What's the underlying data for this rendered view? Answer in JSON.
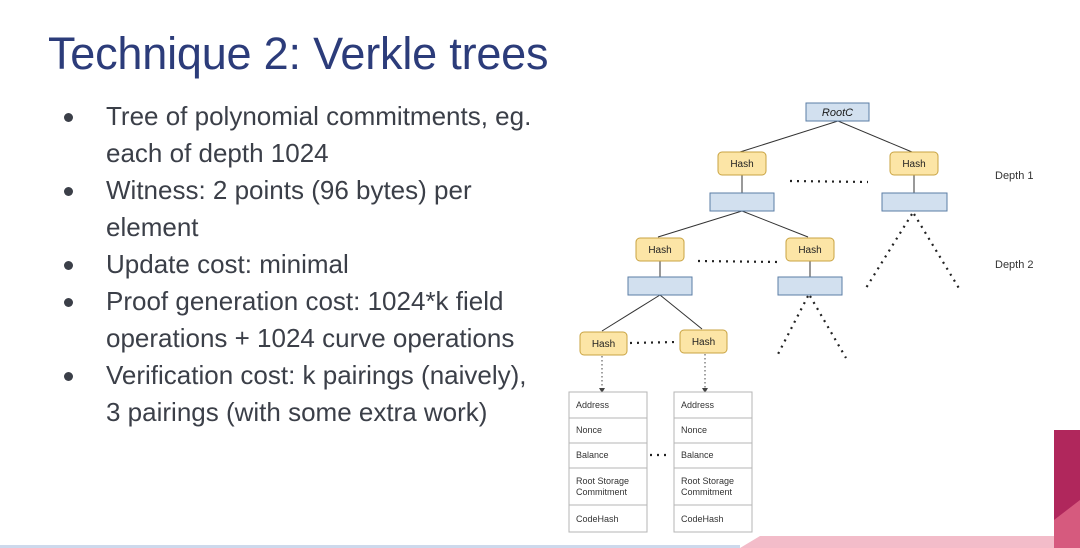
{
  "slide": {
    "title": "Technique 2: Verkle trees",
    "bullets": [
      "Tree of polynomial commitments, eg. each of depth 1024",
      "Witness: 2 points (96 bytes) per element",
      "Update cost: minimal",
      "Proof generation cost: 1024*k field operations + 1024 curve operations",
      "Verification cost: k pairings (naively), 3 pairings (with some extra work)"
    ]
  },
  "diagram": {
    "root_label": "RootC",
    "hash_label": "Hash",
    "depth_labels": [
      "Depth 1",
      "Depth 2"
    ],
    "leaf_fields": [
      "Address",
      "Nonce",
      "Balance",
      "Root Storage Commitment",
      "CodeHash"
    ],
    "leaf_fields_wrapped": [
      [
        "Address"
      ],
      [
        "Nonce"
      ],
      [
        "Balance"
      ],
      [
        "Root Storage",
        "Commitment"
      ],
      [
        "CodeHash"
      ]
    ],
    "colors": {
      "hash_fill": "#fce5a6",
      "hash_stroke": "#c9a341",
      "commit_fill": "#d2e0ef",
      "commit_stroke": "#5b7ea6",
      "title": "#2c3c7a",
      "accent_bar": "#b0275c"
    }
  }
}
